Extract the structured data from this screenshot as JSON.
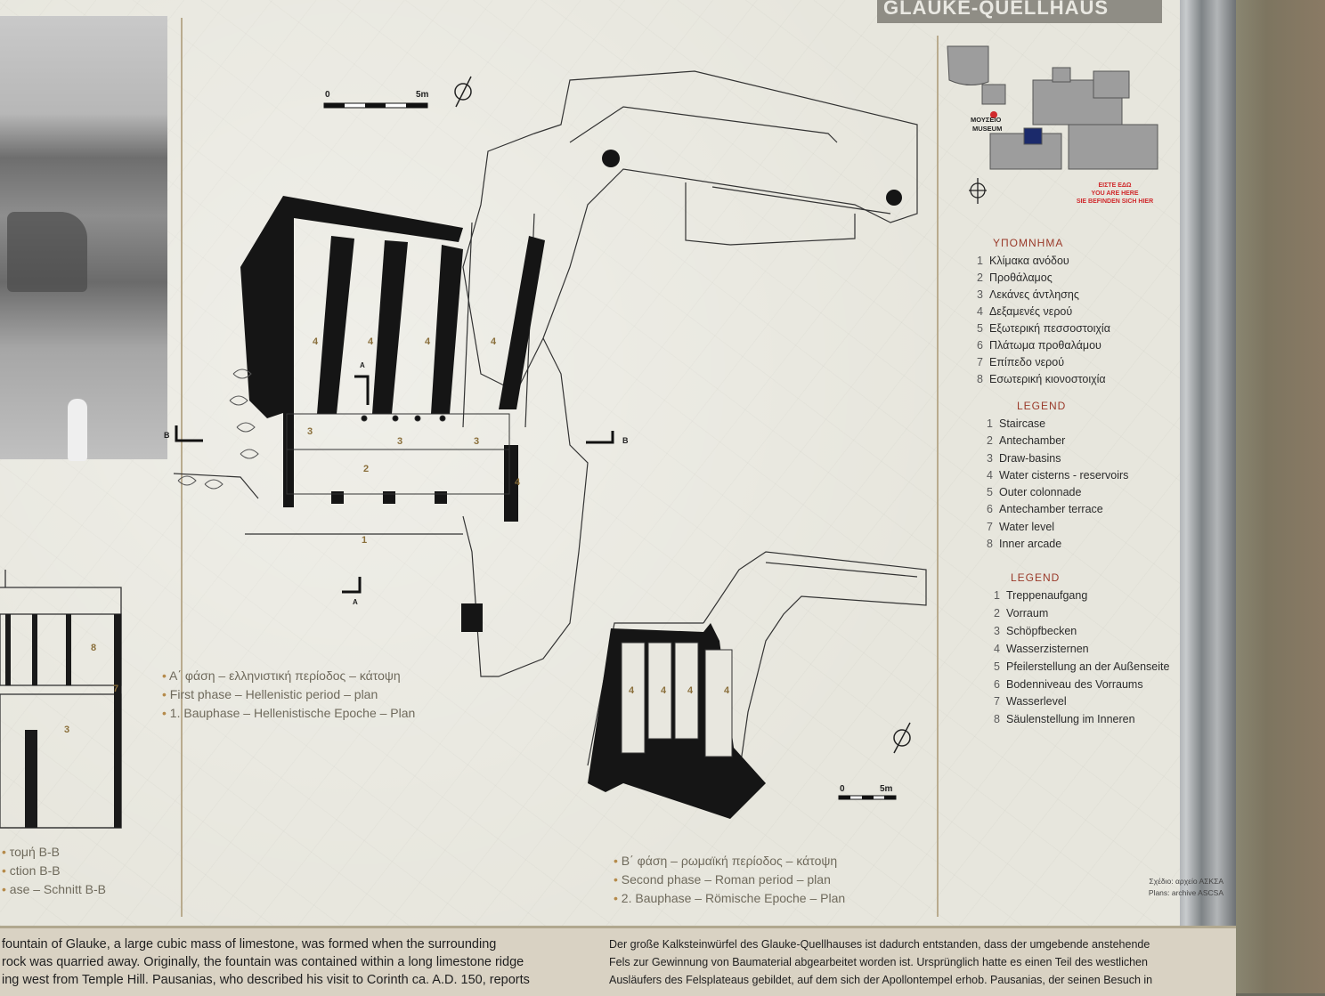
{
  "header": {
    "title": "GLAUKE-QUELLHAUS"
  },
  "scale_bars": {
    "top_start": "0",
    "top_end": "5m",
    "bottom_start": "0",
    "bottom_end": "5m"
  },
  "section_markers": {
    "a": "A",
    "b": "B"
  },
  "plan1_numbers": [
    "4",
    "4",
    "4",
    "4",
    "3",
    "3",
    "3",
    "2",
    "4",
    "1"
  ],
  "plan2_numbers": [
    "4",
    "4",
    "4",
    "4"
  ],
  "plan1_caption": [
    "Α΄ φάση – ελληνιστική περίοδος – κάτοψη",
    "First phase – Hellenistic period – plan",
    "1. Bauphase – Hellenistische Epoche – Plan"
  ],
  "plan2_caption": [
    "Β΄ φάση – ρωμαϊκή περίοδος – κάτοψη",
    "Second phase – Roman period – plan",
    "2. Bauphase – Römische Epoche – Plan"
  ],
  "section_caption": [
    "τομή B-B",
    "ction B-B",
    "ase – Schnitt B-B"
  ],
  "section_numbers": [
    "8",
    "7",
    "3"
  ],
  "minimap": {
    "museum_gr": "ΜΟΥΣΕΙΟ",
    "museum_en": "MUSEUM",
    "here_gr": "ΕΙΣΤΕ ΕΔΩ",
    "here_en": "YOU ARE HERE",
    "here_de": "SIE BEFINDEN SICH HIER"
  },
  "legend_gr": {
    "title": "ΥΠΟΜΝΗΜΑ",
    "items": [
      {
        "n": "1",
        "t": "Κλίμακα ανόδου"
      },
      {
        "n": "2",
        "t": "Προθάλαμος"
      },
      {
        "n": "3",
        "t": "Λεκάνες άντλησης"
      },
      {
        "n": "4",
        "t": "Δεξαμενές νερού"
      },
      {
        "n": "5",
        "t": "Εξωτερική πεσσοστοιχία"
      },
      {
        "n": "6",
        "t": "Πλάτωμα προθαλάμου"
      },
      {
        "n": "7",
        "t": "Επίπεδο νερού"
      },
      {
        "n": "8",
        "t": "Εσωτερική κιονοστοιχία"
      }
    ]
  },
  "legend_en": {
    "title": "LEGEND",
    "items": [
      {
        "n": "1",
        "t": "Staircase"
      },
      {
        "n": "2",
        "t": "Antechamber"
      },
      {
        "n": "3",
        "t": "Draw-basins"
      },
      {
        "n": "4",
        "t": "Water cisterns - reservoirs"
      },
      {
        "n": "5",
        "t": "Outer colonnade"
      },
      {
        "n": "6",
        "t": "Antechamber terrace"
      },
      {
        "n": "7",
        "t": "Water level"
      },
      {
        "n": "8",
        "t": "Inner arcade"
      }
    ]
  },
  "legend_de": {
    "title": "LEGEND",
    "items": [
      {
        "n": "1",
        "t": "Treppenaufgang"
      },
      {
        "n": "2",
        "t": "Vorraum"
      },
      {
        "n": "3",
        "t": "Schöpfbecken"
      },
      {
        "n": "4",
        "t": "Wasserzisternen"
      },
      {
        "n": "5",
        "t": "Pfeilerstellung an der Außenseite"
      },
      {
        "n": "6",
        "t": "Bodenniveau des Vorraums"
      },
      {
        "n": "7",
        "t": "Wasserlevel"
      },
      {
        "n": "8",
        "t": "Säulenstellung im Inneren"
      }
    ]
  },
  "credits": [
    "Σχέδιο: αρχείο ΑΣΚΣΑ",
    "Plans: archive ASCSA"
  ],
  "text_en": [
    "fountain of Glauke, a large cubic mass of limestone, was formed when the surrounding",
    "rock was quarried away. Originally, the fountain was contained within a long limestone ridge",
    "ing west from Temple Hill. Pausanias, who described his visit to Corinth ca. A.D. 150, reports"
  ],
  "text_de": [
    "Der große Kalksteinwürfel des Glauke-Quellhauses ist dadurch entstanden, dass der umgebende anstehende",
    "Fels zur Gewinnung von Baumaterial abgearbeitet worden ist. Ursprünglich hatte es einen Teil des westlichen",
    "Ausläufers des Felsplateaus gebildet, auf dem sich der Apollontempel erhob. Pausanias, der seinen Besuch in"
  ]
}
